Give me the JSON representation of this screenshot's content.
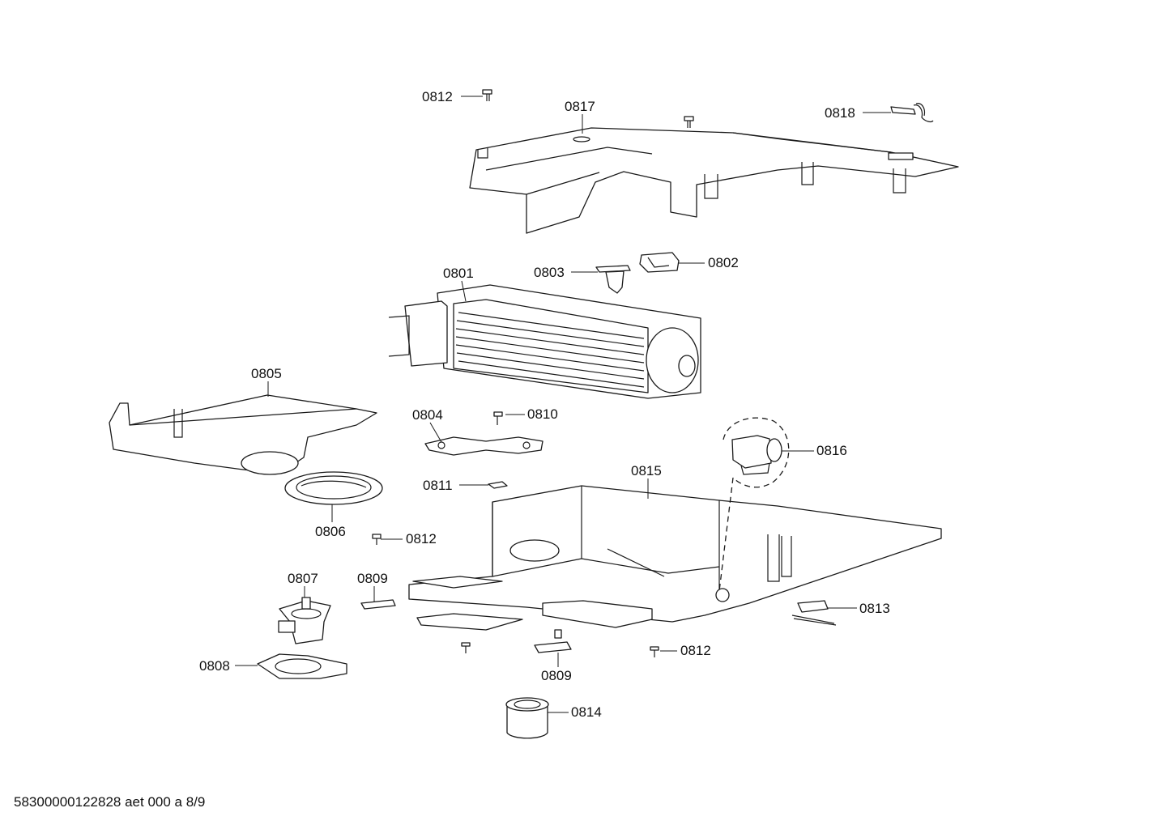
{
  "labels": {
    "p0801": "0801",
    "p0802": "0802",
    "p0803": "0803",
    "p0804": "0804",
    "p0805": "0805",
    "p0806": "0806",
    "p0807": "0807",
    "p0808": "0808",
    "p0809a": "0809",
    "p0809b": "0809",
    "p0810": "0810",
    "p0811": "0811",
    "p0812a": "0812",
    "p0812b": "0812",
    "p0812c": "0812",
    "p0813": "0813",
    "p0814": "0814",
    "p0815": "0815",
    "p0816": "0816",
    "p0817": "0817",
    "p0818": "0818"
  },
  "footer": "58300000122828 aet 000 a 8/9"
}
